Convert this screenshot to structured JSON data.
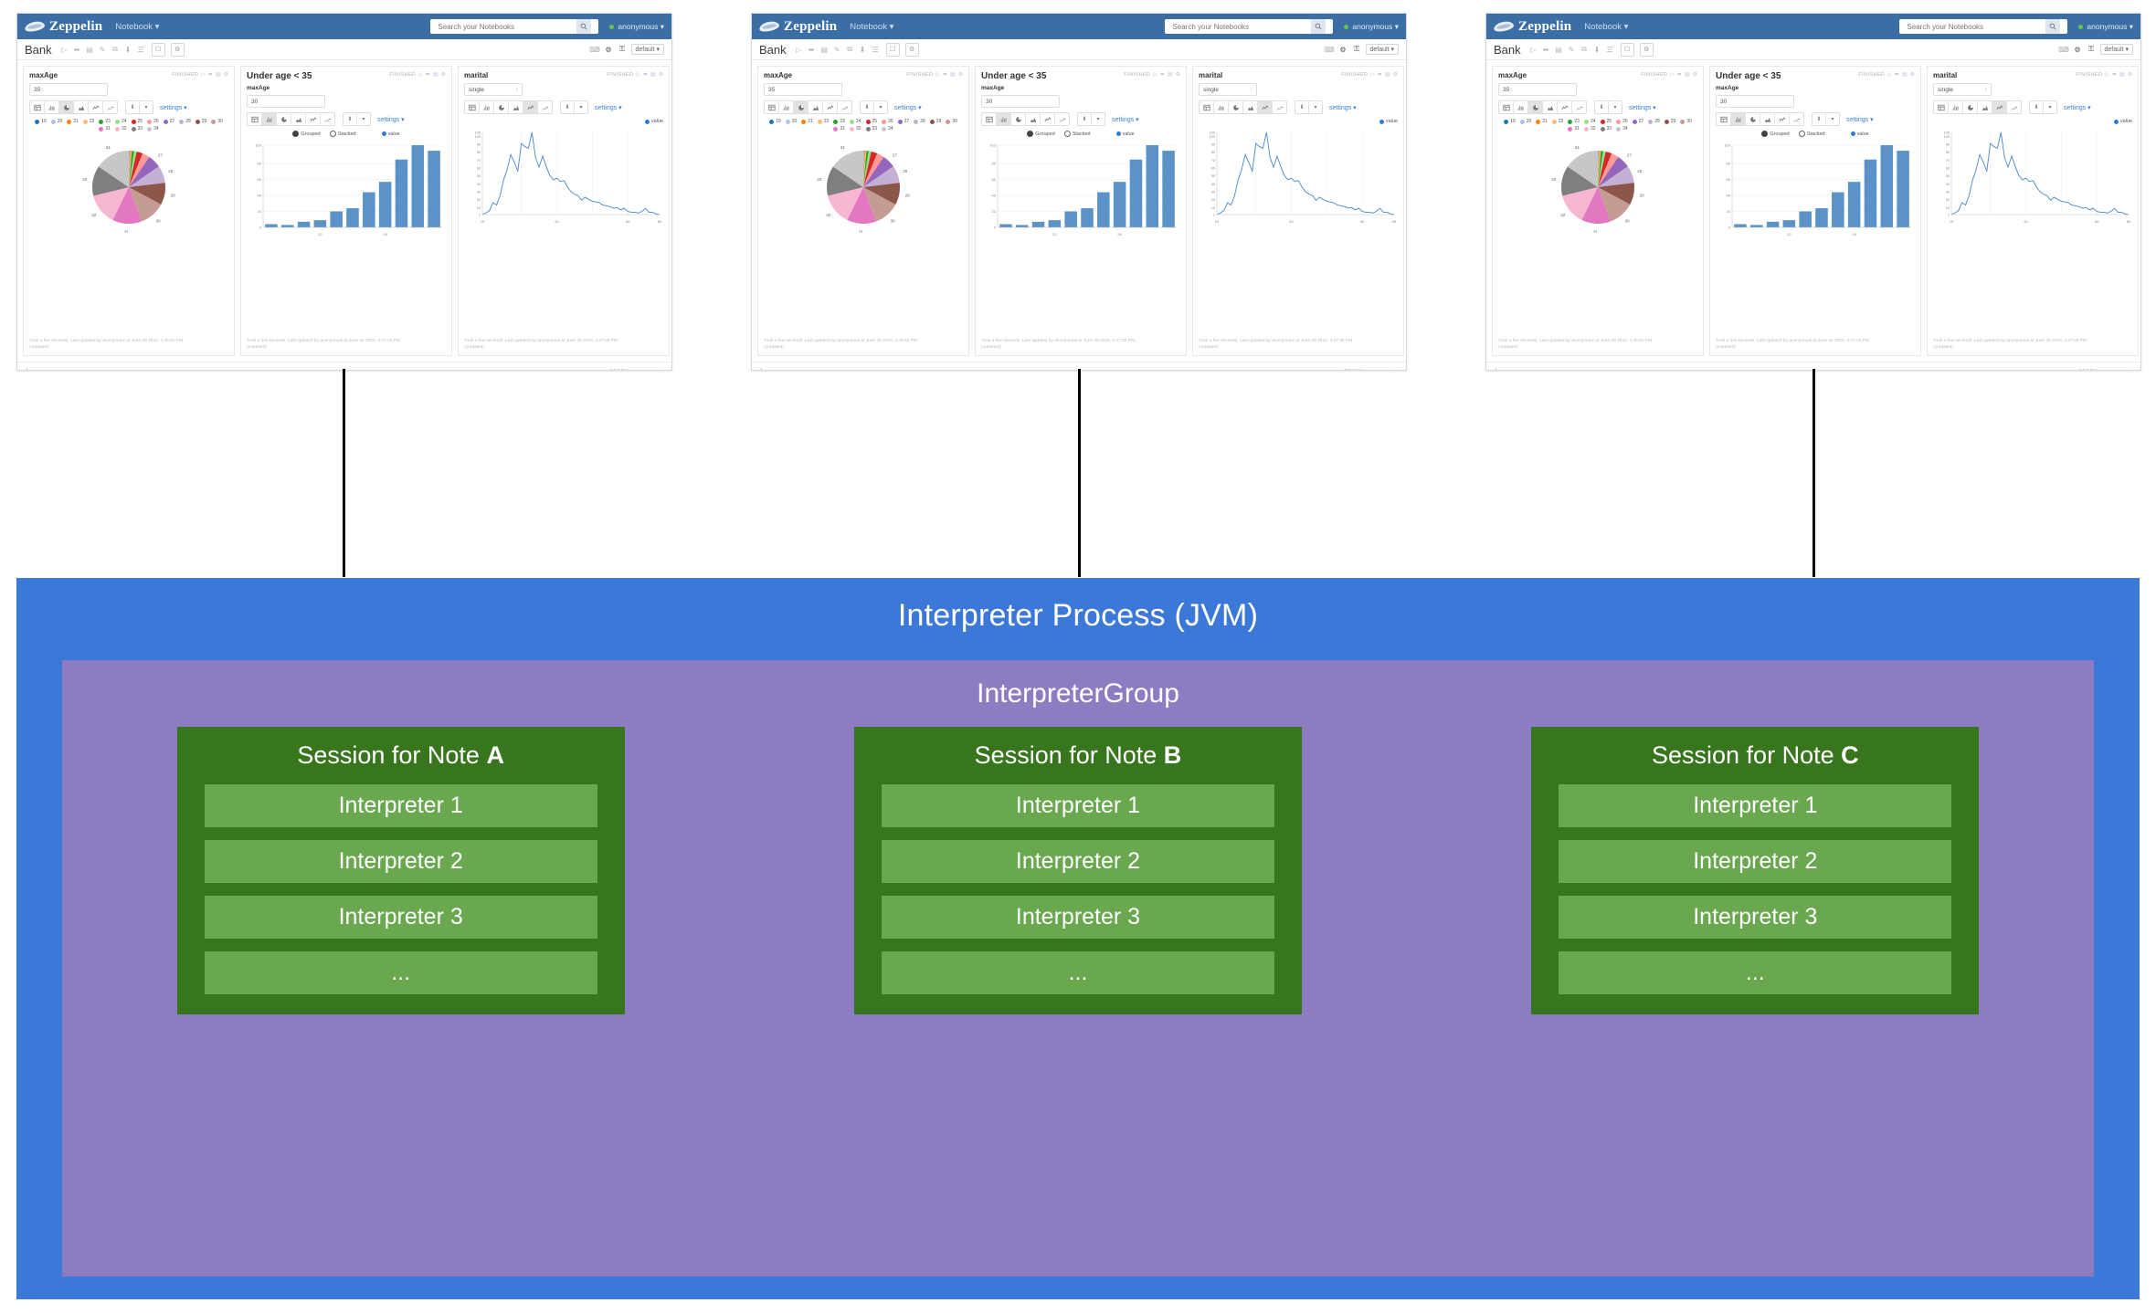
{
  "notebook": {
    "brand": "Zeppelin",
    "nav_label": "Notebook",
    "search_placeholder": "Search your Notebooks",
    "user_label": "anonymous",
    "title": "Bank",
    "interpreter_binding_label": "default",
    "status_ready": "READY",
    "toolbar_icons": [
      "run-all-icon",
      "hide-code-icon",
      "hide-output-icon",
      "clear-output-icon",
      "clone-icon",
      "export-icon",
      "version-icon",
      "trash-icon",
      "settings-icon"
    ],
    "paragraphs": [
      {
        "title": "maxAge",
        "status": "FINISHED",
        "input_value": "35",
        "viz": "pie",
        "settings_label": "settings",
        "footer": "Took a few seconds. Last updated by anonymous at June 26 2016, 4:46:52 PM.",
        "footer_sub": "(outdated)"
      },
      {
        "title": "Under age < 35",
        "param_label": "maxAge",
        "status": "FINISHED",
        "input_value": "30",
        "viz": "bar",
        "settings_label": "settings",
        "mode_grouped": "Grouped",
        "mode_stacked": "Stacked",
        "series_label": "value",
        "footer": "Took a few seconds. Last updated by anonymous at June 26 2016, 4:47:32 PM.",
        "footer_sub": "(outdated)"
      },
      {
        "title": "marital",
        "status": "FINISHED",
        "select_value": "single",
        "viz": "line",
        "settings_label": "settings",
        "series_label": "value",
        "footer": "Took a few seconds. Last updated by anonymous at June 26 2016, 4:47:36 PM.",
        "footer_sub": "(outdated)"
      }
    ]
  },
  "chart_data": [
    {
      "type": "pie",
      "title": "maxAge",
      "legend_position": "top",
      "categories": [
        "19",
        "20",
        "21",
        "22",
        "23",
        "24",
        "25",
        "26",
        "27",
        "28",
        "29",
        "30",
        "31",
        "32",
        "33",
        "34"
      ],
      "values": [
        1,
        2,
        3,
        4,
        7,
        9,
        20,
        24,
        44,
        57,
        73,
        85,
        96,
        103,
        99,
        115
      ],
      "colors": [
        "#1f77b4",
        "#aec7e8",
        "#ff7f0e",
        "#ffbb78",
        "#2ca02c",
        "#98df8a",
        "#d62728",
        "#ff9896",
        "#9467bd",
        "#c5b0d5",
        "#8c564b",
        "#c49c94",
        "#e377c2",
        "#f7b6d2",
        "#7f7f7f",
        "#c7c7c7"
      ]
    },
    {
      "type": "bar",
      "title": "Under age < 35",
      "xlabel": "",
      "ylabel": "",
      "ylim": [
        0,
        103
      ],
      "yticks": [
        "103",
        "80",
        "60",
        "40",
        "20",
        "0"
      ],
      "categories": [
        "19",
        "20",
        "21",
        "22",
        "23",
        "24",
        "25",
        "26",
        "27",
        "28",
        "29"
      ],
      "xticks_shown": [
        "22",
        "26"
      ],
      "values": [
        4,
        3,
        7,
        9,
        20,
        24,
        44,
        57,
        85,
        103,
        96
      ],
      "series_name": "value",
      "color": "#5b93c9"
    },
    {
      "type": "line",
      "title": "marital",
      "xlabel": "",
      "ylabel": "",
      "ylim": [
        1,
        105
      ],
      "yticks": [
        "105",
        "100",
        "90",
        "80",
        "70",
        "60",
        "50",
        "40",
        "30",
        "20",
        "10",
        "1"
      ],
      "xlim": [
        19,
        69
      ],
      "xticks_shown": [
        "19",
        "40",
        "60",
        "69"
      ],
      "series_name": "value",
      "color": "#4a86c8",
      "x": [
        19,
        20,
        21,
        22,
        23,
        24,
        25,
        26,
        27,
        28,
        29,
        30,
        31,
        32,
        33,
        34,
        35,
        36,
        37,
        38,
        39,
        40,
        41,
        42,
        43,
        44,
        45,
        46,
        47,
        48,
        49,
        50,
        51,
        52,
        53,
        54,
        55,
        56,
        57,
        58,
        59,
        60,
        61,
        62,
        63,
        64,
        65,
        66,
        67,
        68,
        69
      ],
      "y": [
        1,
        3,
        6,
        16,
        13,
        25,
        45,
        58,
        77,
        67,
        56,
        91,
        87,
        85,
        105,
        73,
        61,
        75,
        62,
        51,
        45,
        47,
        43,
        44,
        36,
        30,
        27,
        25,
        19,
        23,
        20,
        18,
        17,
        16,
        13,
        12,
        11,
        9,
        10,
        7,
        9,
        5,
        4,
        4,
        3,
        5,
        9,
        4,
        4,
        2,
        1
      ]
    }
  ],
  "diagram": {
    "process_title": "Interpreter Process (JVM)",
    "group_title": "InterpreterGroup",
    "sessions": [
      {
        "label_prefix": "Session for Note ",
        "note": "A",
        "interpreters": [
          "Interpreter 1",
          "Interpreter 2",
          "Interpreter 3",
          "..."
        ]
      },
      {
        "label_prefix": "Session for Note ",
        "note": "B",
        "interpreters": [
          "Interpreter 1",
          "Interpreter 2",
          "Interpreter 3",
          "..."
        ]
      },
      {
        "label_prefix": "Session for Note ",
        "note": "C",
        "interpreters": [
          "Interpreter 1",
          "Interpreter 2",
          "Interpreter 3",
          "..."
        ]
      }
    ],
    "colors": {
      "process": "#3c78d8",
      "group": "#8e7cc3",
      "session": "#38761d",
      "interpreter": "#6aa84f"
    }
  }
}
